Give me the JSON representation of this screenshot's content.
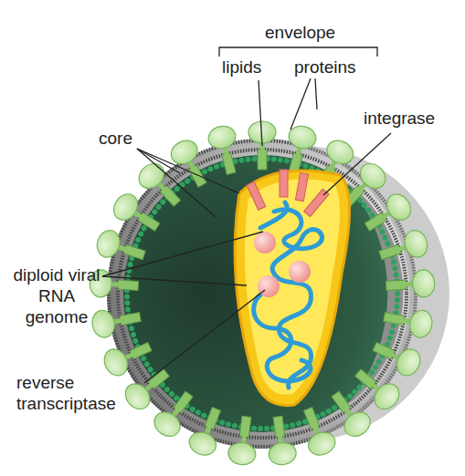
{
  "diagram": {
    "labels": [
      "envelope",
      "lipids",
      "proteins",
      "integrase",
      "core",
      "diploid viral RNA genome",
      "reverse transcriptase"
    ]
  }
}
